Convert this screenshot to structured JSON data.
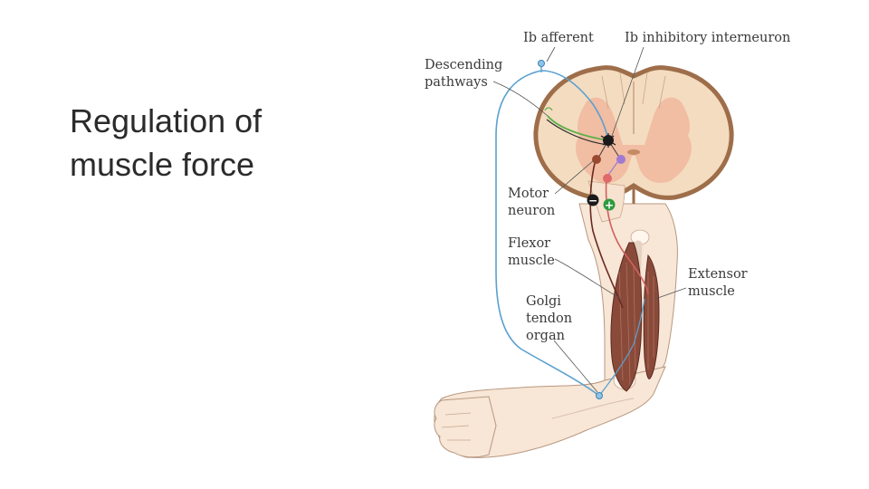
{
  "slide": {
    "title_line1": "Regulation of",
    "title_line2": "muscle force"
  },
  "diagram": {
    "labels": {
      "ib_afferent": "Ib afferent",
      "ib_interneuron": "Ib inhibitory interneuron",
      "descending_1": "Descending",
      "descending_2": "pathways",
      "motor_1": "Motor",
      "motor_2": "neuron",
      "flexor_1": "Flexor",
      "flexor_2": "muscle",
      "extensor_1": "Extensor",
      "extensor_2": "muscle",
      "golgi_1": "Golgi",
      "golgi_2": "tendon",
      "golgi_3": "organ"
    },
    "symbols": {
      "inhibitory": "−",
      "excitatory": "+"
    },
    "colors": {
      "spinal_cord": "#f4dcc0",
      "spinal_rim": "#9e6e4a",
      "gray_matter": "#f0b79e",
      "skin": "#f8e6d6",
      "skin_outline": "#b89880",
      "muscle": "#8a4a3a",
      "afferent_blue": "#5aa0d0",
      "descending_green": "#5cb04a",
      "motor_red": "#d06060",
      "interneuron_purple": "#a07ad0"
    }
  }
}
